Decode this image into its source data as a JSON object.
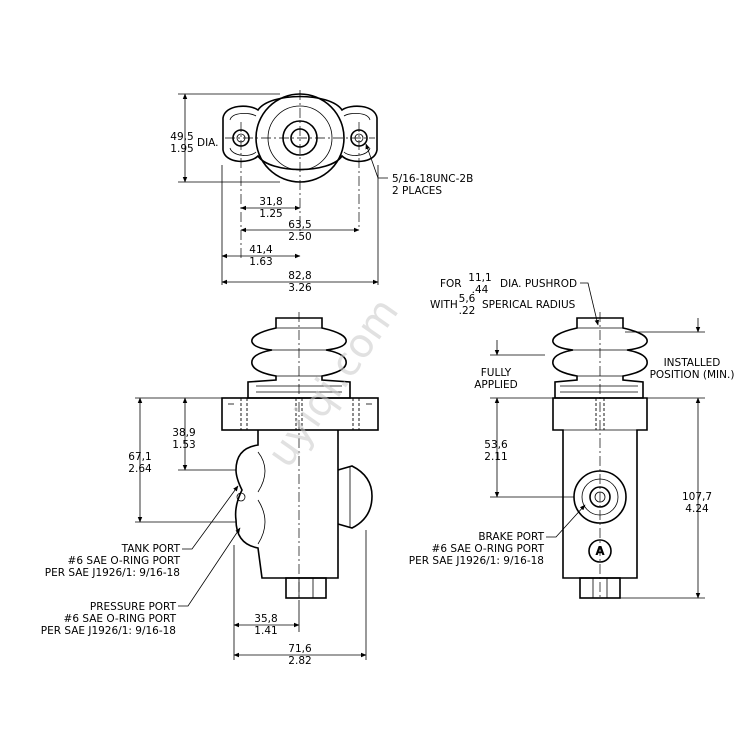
{
  "top_view": {
    "dia_mm": "49,5",
    "dia_in": "1.95",
    "dia_word": "DIA.",
    "thread_line1": "5/16-18UNC-2B",
    "thread_line2": "2 PLACES",
    "d1_mm": "31,8",
    "d1_in": "1.25",
    "d2_mm": "63,5",
    "d2_in": "2.50",
    "d3_mm": "41,4",
    "d3_in": "1.63",
    "d4_mm": "82,8",
    "d4_in": "3.26"
  },
  "front_view": {
    "h1_mm": "38,9",
    "h1_in": "1.53",
    "h2_mm": "67,1",
    "h2_in": "2.64",
    "tank_port": [
      "TANK PORT",
      "#6 SAE O-RING PORT",
      "PER SAE J1926/1: 9/16-18"
    ],
    "pressure_port": [
      "PRESSURE PORT",
      "#6 SAE O-RING PORT",
      "PER SAE J1926/1: 9/16-18"
    ],
    "w1_mm": "35,8",
    "w1_in": "1.41",
    "w2_mm": "71,6",
    "w2_in": "2.82"
  },
  "side_view": {
    "pushrod_for": "FOR",
    "pushrod_mm": "11,1",
    "pushrod_in": ".44",
    "pushrod_text": "DIA. PUSHROD",
    "radius_with": "WITH",
    "radius_mm": "5,6",
    "radius_in": ".22",
    "radius_text": "SPERICAL RADIUS",
    "fully_applied": [
      "FULLY",
      "APPLIED"
    ],
    "installed": [
      "INSTALLED",
      "POSITION (MIN.)"
    ],
    "h3_mm": "53,6",
    "h3_in": "2.11",
    "h4_mm": "107,7",
    "h4_in": "4.24",
    "brake_port": [
      "BRAKE PORT",
      "#6 SAE O-RING PORT",
      "PER SAE J1926/1: 9/16-18"
    ],
    "circle_letter": "A"
  },
  "watermark": "uyiqi.com"
}
